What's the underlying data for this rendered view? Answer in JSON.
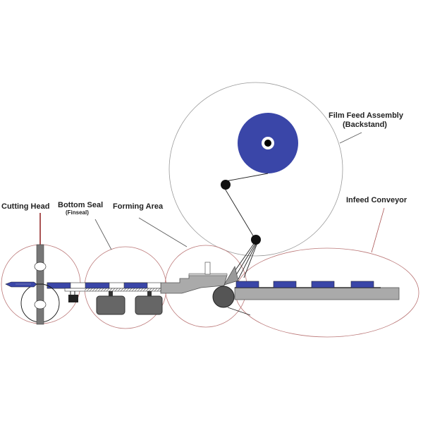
{
  "labels": {
    "cutting_head": "Cutting Head",
    "bottom_seal": "Bottom Seal",
    "bottom_seal_sub": "(Finseal)",
    "forming_area": "Forming Area",
    "film_feed": "Film Feed Assembly",
    "film_feed_sub": "(Backstand)",
    "infeed_conveyor": "Infeed Conveyor"
  },
  "colors": {
    "film_blue": "#3a46a8",
    "machine_gray": "#a9a9a9",
    "dark_gray": "#666666",
    "callout_outline": "#b86a6a"
  }
}
